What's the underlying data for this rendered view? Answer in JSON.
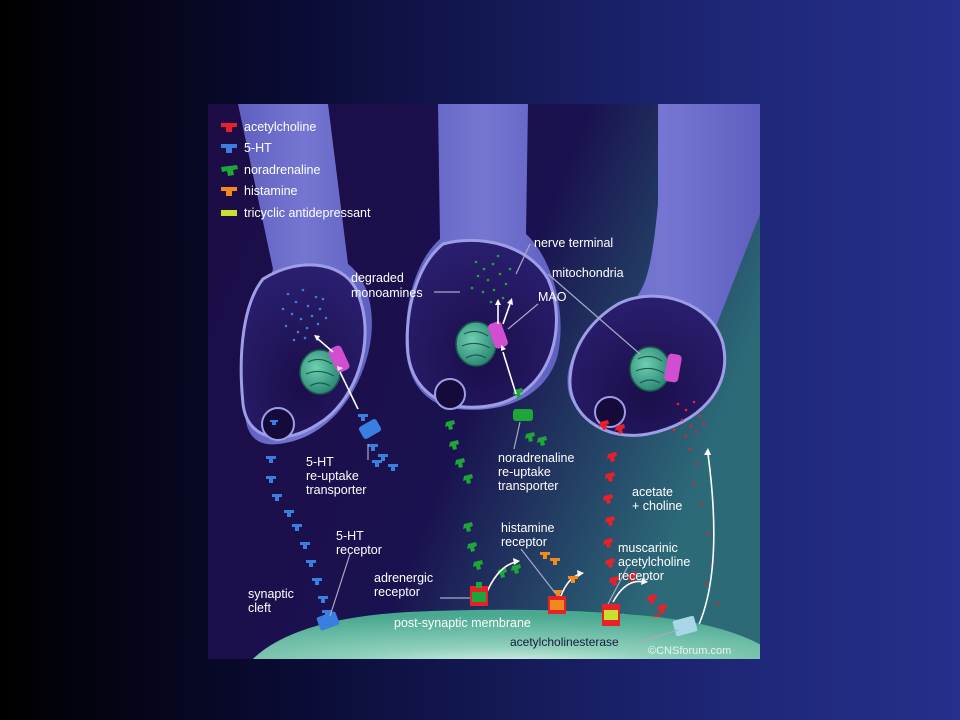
{
  "colors": {
    "acetylcholine": "#e8202a",
    "serotonin": "#3a7ee0",
    "noradrenaline": "#1fa63a",
    "histamine": "#f08a1c",
    "tricyclic": "#c8e030",
    "terminal": "#6a6cc8",
    "cleft": "#1e0e4a",
    "membrane": "#5fb8a0",
    "mitochondria": "#3fa890",
    "mao": "#d24ed0"
  },
  "legend": [
    {
      "label": "acetylcholine",
      "color": "#e8202a"
    },
    {
      "label": "5-HT",
      "color": "#3a7ee0"
    },
    {
      "label": "noradrenaline",
      "color": "#1fa63a"
    },
    {
      "label": "histamine",
      "color": "#f08a1c"
    },
    {
      "label": "tricyclic antidepressant",
      "color": "#c8e030"
    }
  ],
  "labels": {
    "nerve_terminal": "nerve terminal",
    "mitochondria": "mitochondria",
    "degraded_1": "degraded",
    "degraded_2": "monoamines",
    "mao": "MAO",
    "ht_transporter_1": "5-HT",
    "ht_transporter_2": "re-uptake",
    "ht_transporter_3": "transporter",
    "na_transporter_1": "noradrenaline",
    "na_transporter_2": "re-uptake",
    "na_transporter_3": "transporter",
    "acetate_1": "acetate",
    "acetate_2": "+ choline",
    "ht_receptor_1": "5-HT",
    "ht_receptor_2": "receptor",
    "histamine_receptor_1": "histamine",
    "histamine_receptor_2": "receptor",
    "muscarinic_1": "muscarinic",
    "muscarinic_2": "acetylcholine",
    "muscarinic_3": "receptor",
    "synaptic_1": "synaptic",
    "synaptic_2": "cleft",
    "adrenergic_1": "adrenergic",
    "adrenergic_2": "receptor",
    "post_synaptic": "post-synaptic membrane",
    "acetylcholinesterase": "acetylcholinesterase",
    "copyright": "©CNSforum.com"
  }
}
